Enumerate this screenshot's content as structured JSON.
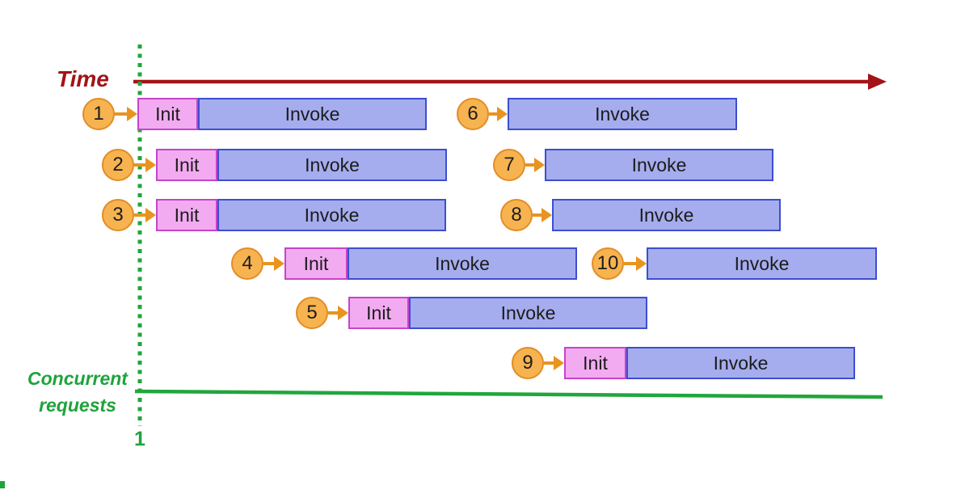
{
  "diagram": {
    "time_axis_label": "Time",
    "concurrency_axis_label": "Concurrent requests",
    "concurrency_tick_value": "1"
  },
  "colors": {
    "time_axis": "#A21417",
    "concurrency_green": "#1FA33C",
    "init_fill": "#F2ABF0",
    "init_border": "#C643CB",
    "invoke_fill": "#A5ADEE",
    "invoke_border": "#3D4ED0",
    "badge_fill": "#F7B34F",
    "badge_border": "#E28D27",
    "connector_arrow": "#E8941F"
  },
  "requests": [
    {
      "num": "1",
      "init": "Init",
      "invoke": "Invoke"
    },
    {
      "num": "2",
      "init": "Init",
      "invoke": "Invoke"
    },
    {
      "num": "3",
      "init": "Init",
      "invoke": "Invoke"
    },
    {
      "num": "4",
      "init": "Init",
      "invoke": "Invoke"
    },
    {
      "num": "5",
      "init": "Init",
      "invoke": "Invoke"
    },
    {
      "num": "6",
      "invoke": "Invoke"
    },
    {
      "num": "7",
      "invoke": "Invoke"
    },
    {
      "num": "8",
      "invoke": "Invoke"
    },
    {
      "num": "9",
      "init": "Init",
      "invoke": "Invoke"
    },
    {
      "num": "10",
      "invoke": "Invoke"
    }
  ]
}
